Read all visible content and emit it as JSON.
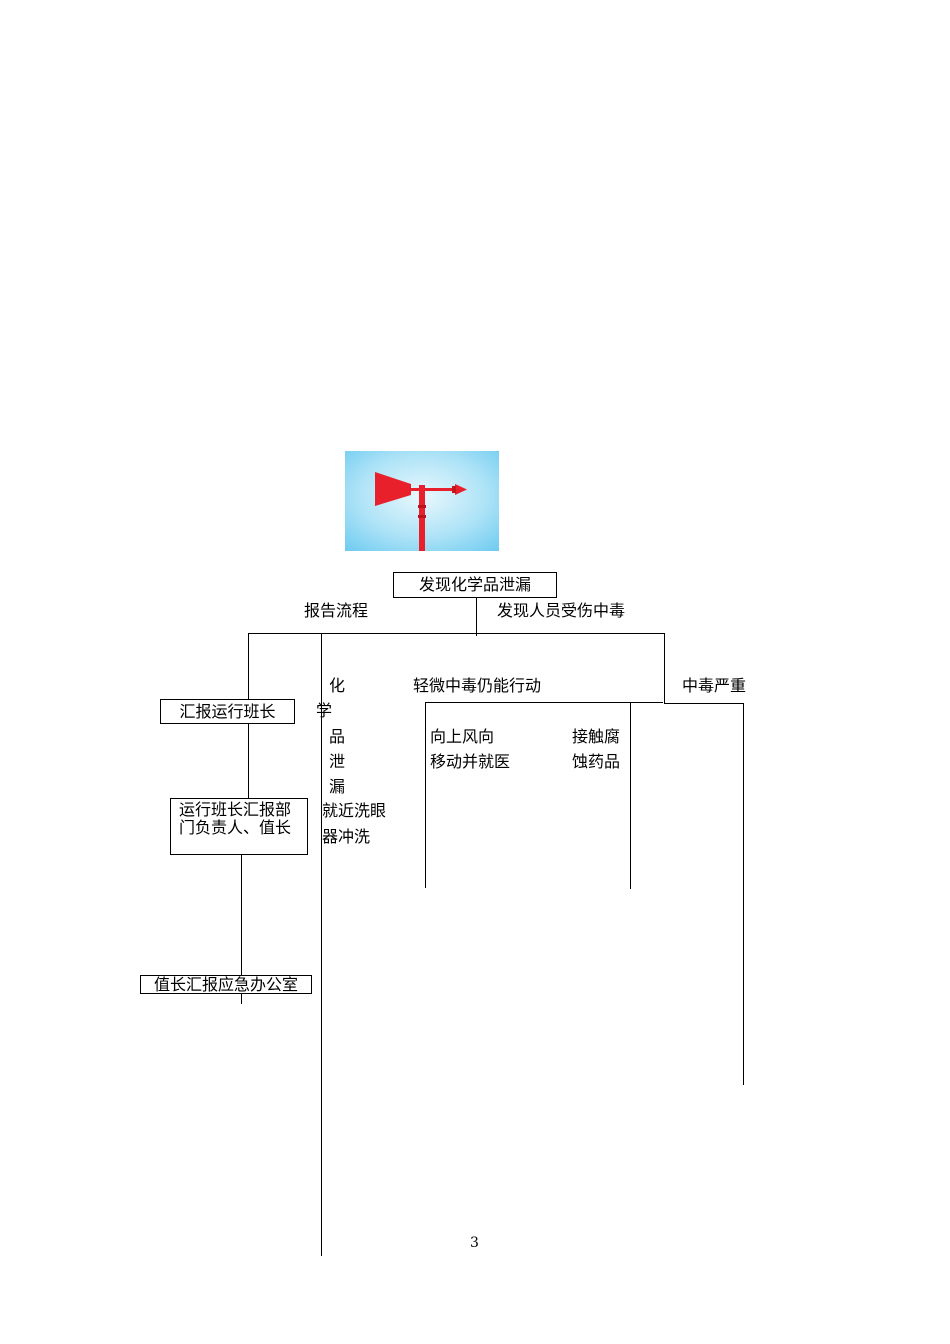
{
  "flowchart": {
    "start": "发现化学品泄漏",
    "report_flow_label": "报告流程",
    "injury_label": "发现人员受伤中毒",
    "chem_leak_vertical": [
      "化",
      "学",
      "品",
      "泄",
      "漏"
    ],
    "eyewash": [
      "就近洗眼",
      "器冲洗"
    ],
    "mild_poisoning": "轻微中毒仍能行动",
    "upwind_move": [
      "向上风向",
      "移动并就医"
    ],
    "contact_corrosive": [
      "接触腐",
      "蚀药品"
    ],
    "severe_poisoning": "中毒严重",
    "report_shift_leader": "汇报运行班长",
    "shift_leader_report": [
      "运行班长汇报部",
      "门负责人、值长"
    ],
    "duty_chief_report": "值长汇报应急办公室"
  },
  "page_number": "3",
  "colors": {
    "vane_red": "#e8202c",
    "sky_top": "#d8f1fb",
    "sky_mid": "#86d6f5"
  },
  "icons": [
    "wind-vane-icon"
  ]
}
